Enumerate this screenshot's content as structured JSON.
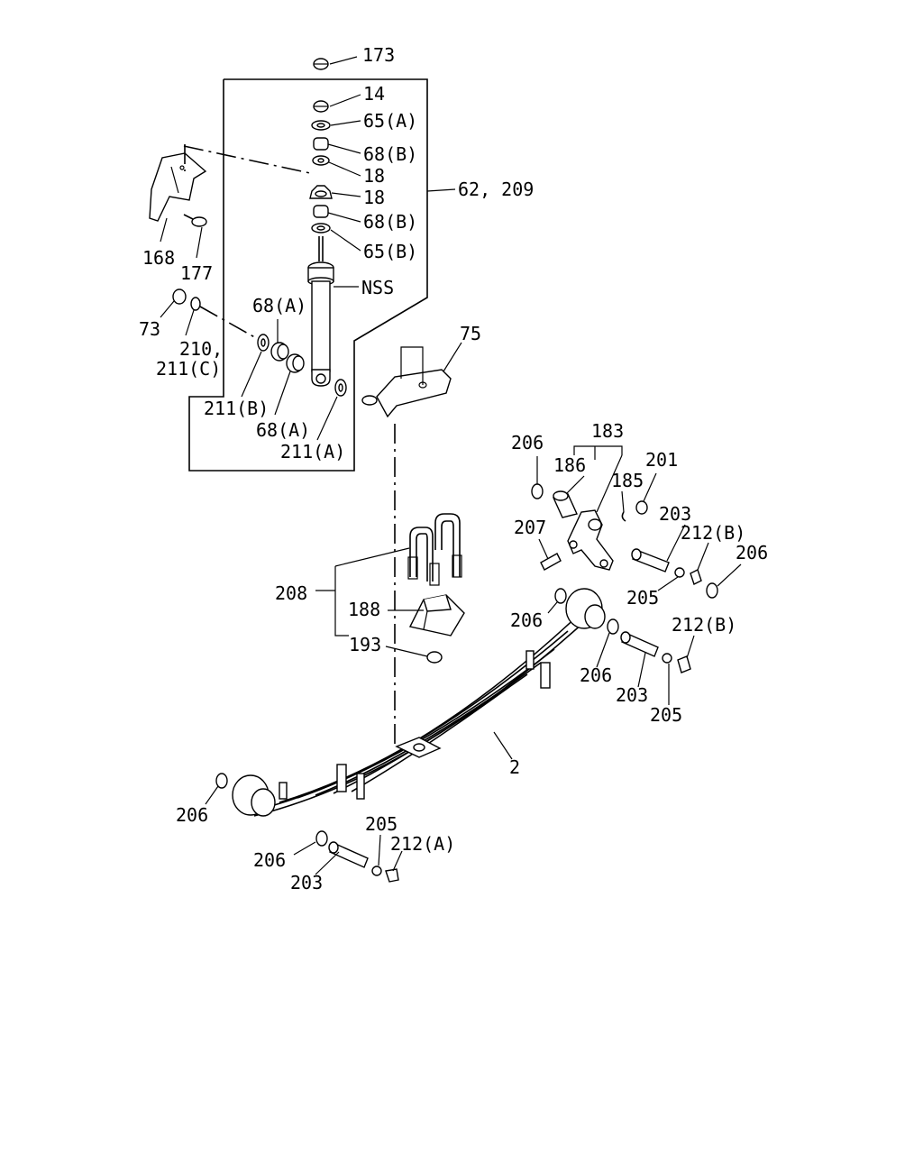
{
  "callouts": [
    {
      "id": "173",
      "text": "173"
    },
    {
      "id": "14",
      "text": "14"
    },
    {
      "id": "65a",
      "text": "65(A)"
    },
    {
      "id": "68b_1",
      "text": "68(B)"
    },
    {
      "id": "18_1",
      "text": "18"
    },
    {
      "id": "18_2",
      "text": "18"
    },
    {
      "id": "62_209",
      "text": "62, 209"
    },
    {
      "id": "68b_2",
      "text": "68(B)"
    },
    {
      "id": "65b",
      "text": "65(B)"
    },
    {
      "id": "168",
      "text": "168"
    },
    {
      "id": "177",
      "text": "177"
    },
    {
      "id": "nss",
      "text": "NSS"
    },
    {
      "id": "68a_1",
      "text": "68(A)"
    },
    {
      "id": "73",
      "text": "73"
    },
    {
      "id": "210",
      "text": "210,"
    },
    {
      "id": "211c",
      "text": "211(C)"
    },
    {
      "id": "75",
      "text": "75"
    },
    {
      "id": "211b",
      "text": "211(B)"
    },
    {
      "id": "68a_2",
      "text": "68(A)"
    },
    {
      "id": "211a",
      "text": "211(A)"
    },
    {
      "id": "183",
      "text": "183"
    },
    {
      "id": "206_1",
      "text": "206"
    },
    {
      "id": "186",
      "text": "186"
    },
    {
      "id": "185",
      "text": "185"
    },
    {
      "id": "201",
      "text": "201"
    },
    {
      "id": "203_1",
      "text": "203"
    },
    {
      "id": "207",
      "text": "207"
    },
    {
      "id": "212b_1",
      "text": "212(B)"
    },
    {
      "id": "206_2",
      "text": "206"
    },
    {
      "id": "208",
      "text": "208"
    },
    {
      "id": "205_1",
      "text": "205"
    },
    {
      "id": "188",
      "text": "188"
    },
    {
      "id": "206_3",
      "text": "206"
    },
    {
      "id": "212b_2",
      "text": "212(B)"
    },
    {
      "id": "193",
      "text": "193"
    },
    {
      "id": "206_4",
      "text": "206"
    },
    {
      "id": "203_2",
      "text": "203"
    },
    {
      "id": "205_2",
      "text": "205"
    },
    {
      "id": "2",
      "text": "2"
    },
    {
      "id": "206_5",
      "text": "206"
    },
    {
      "id": "205_3",
      "text": "205"
    },
    {
      "id": "212a",
      "text": "212(A)"
    },
    {
      "id": "206_6",
      "text": "206"
    },
    {
      "id": "203_3",
      "text": "203"
    }
  ]
}
